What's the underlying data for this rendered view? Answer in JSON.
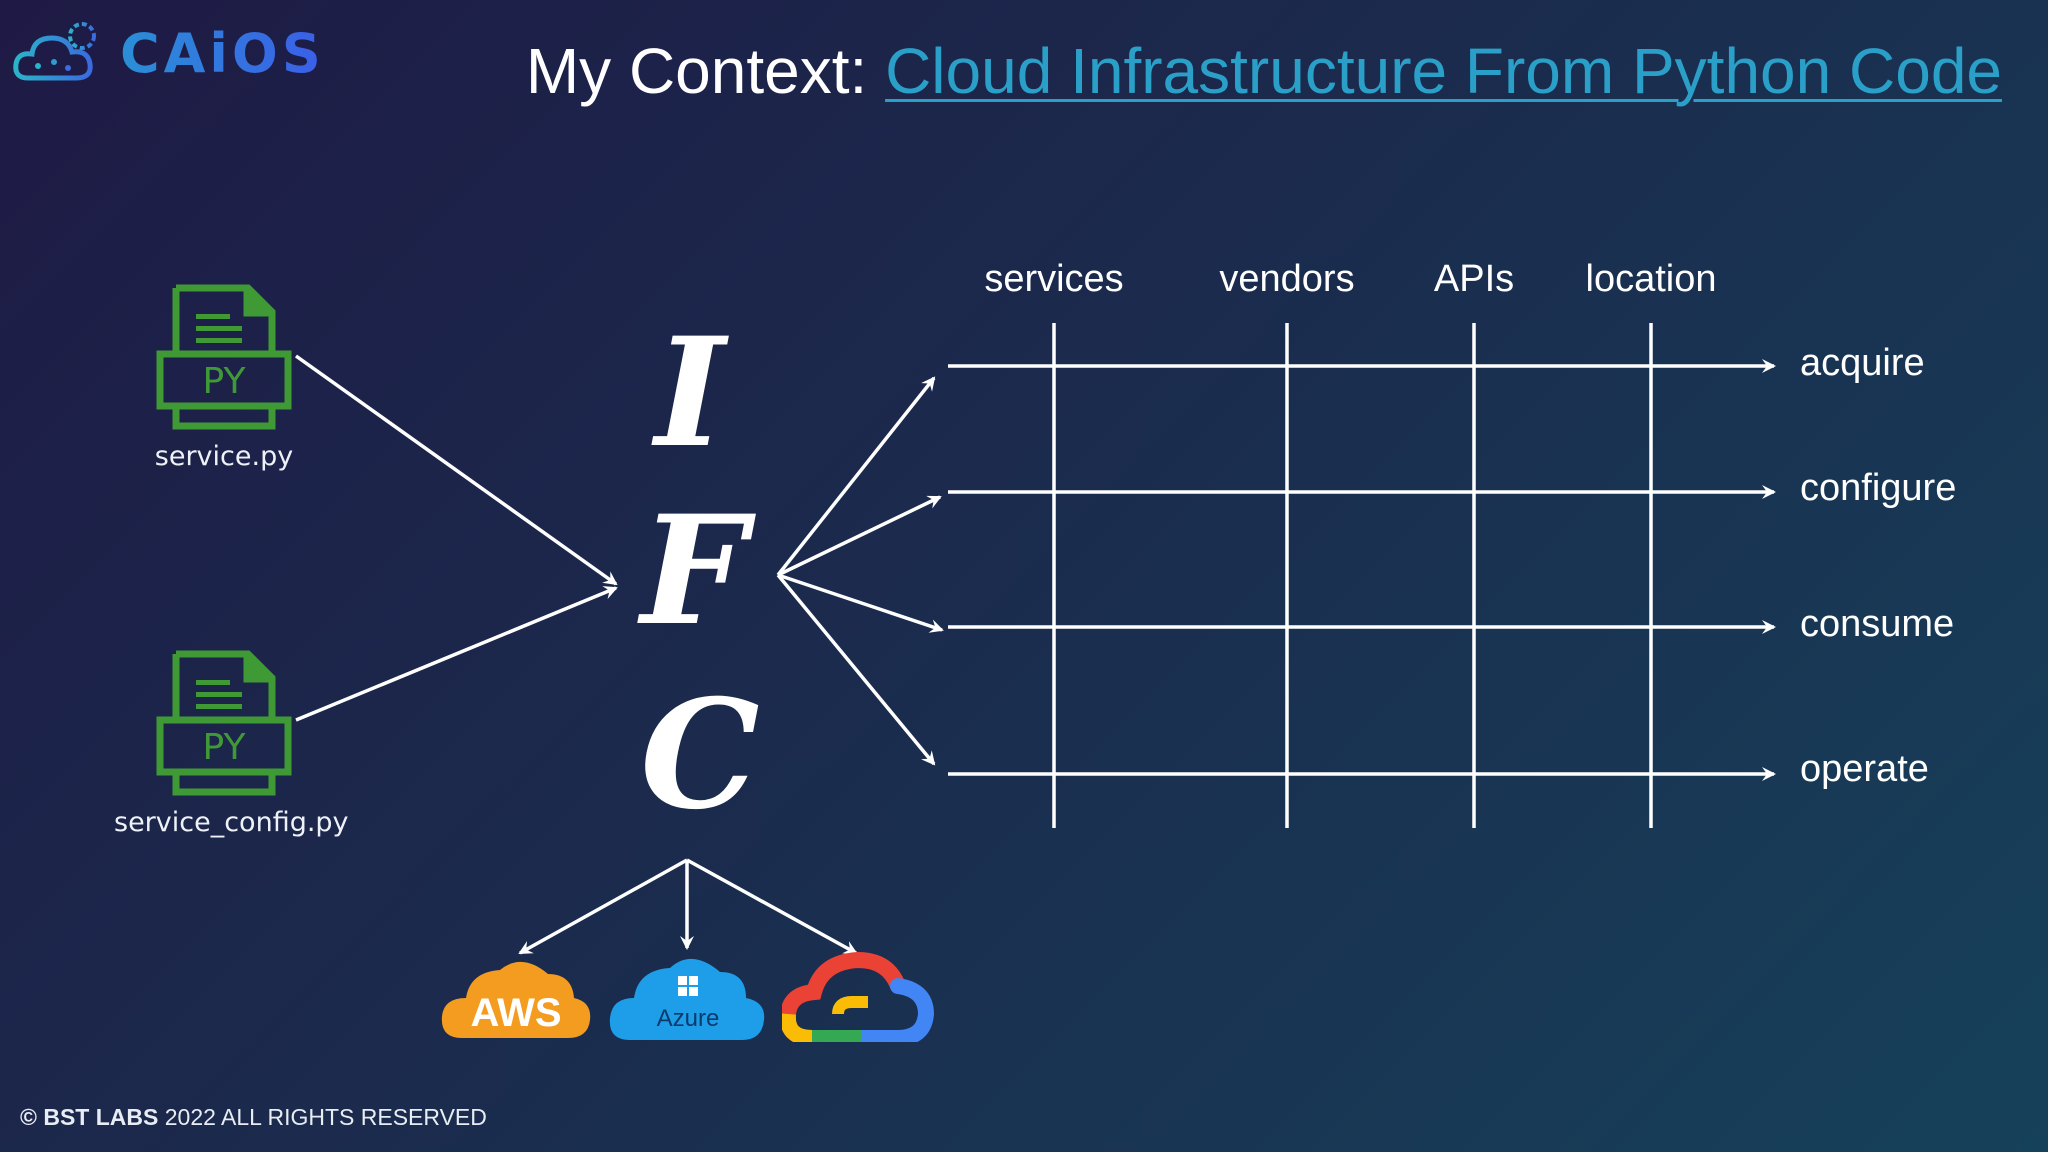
{
  "logo": {
    "text": "CAiOS",
    "icon": "cloud-gear-icon"
  },
  "title": {
    "prefix": "My Context: ",
    "link": "Cloud Infrastructure From Python Code"
  },
  "files": [
    {
      "badge": "PY",
      "name": "service.py",
      "icon": "python-file-icon"
    },
    {
      "badge": "PY",
      "name": "service_config.py",
      "icon": "python-file-icon"
    }
  ],
  "ifc_letters": [
    "I",
    "F",
    "C"
  ],
  "columns": [
    "services",
    "vendors",
    "APIs",
    "location"
  ],
  "rows": [
    "acquire",
    "configure",
    "consume",
    "operate"
  ],
  "clouds": [
    {
      "label": "AWS",
      "color": "#f39c1f",
      "icon": "aws-cloud-icon"
    },
    {
      "label": "Azure",
      "color": "#1e9ee8",
      "icon": "azure-cloud-icon"
    },
    {
      "label": "",
      "color": "#4285f4",
      "icon": "google-cloud-icon"
    }
  ],
  "footer": {
    "brand": "© BST LABS",
    "rest": " 2022 ALL RIGHTS RESERVED"
  },
  "colors": {
    "file_green": "#3f9a35",
    "link_blue": "#2aa0c8",
    "line_white": "#ffffff"
  }
}
